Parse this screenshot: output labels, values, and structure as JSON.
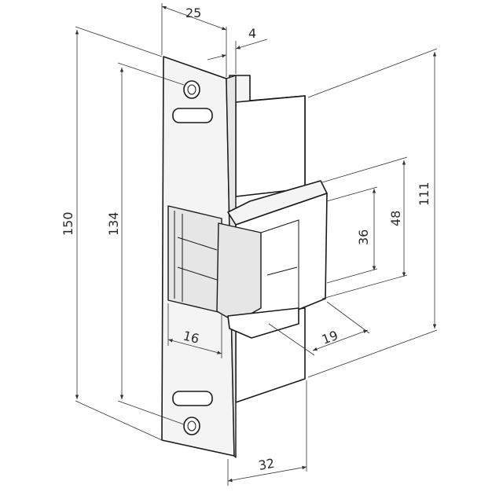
{
  "dimensions": {
    "top_width": "25",
    "faceplate_offset": "4",
    "overall_height": "150",
    "hole_spacing": "134",
    "body_depth": "111",
    "keeper_height": "48",
    "keeper_opening": "36",
    "opening_width": "16",
    "keeper_depth": "19",
    "body_width": "32"
  }
}
